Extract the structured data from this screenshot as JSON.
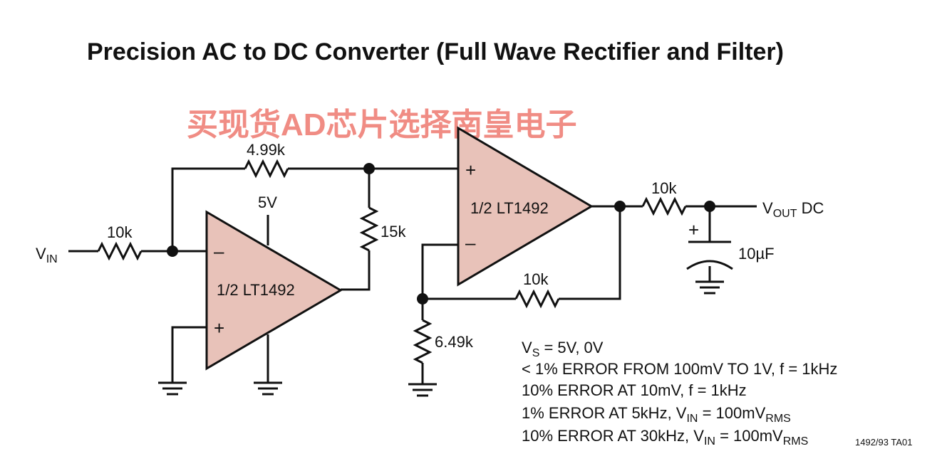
{
  "title": "Precision AC to DC Converter (Full Wave Rectifier and Filter)",
  "watermark": "买现货AD芯片选择南皇电子",
  "colors": {
    "amp_fill": "#e8c2b9",
    "ink": "#111111",
    "watermark": "#f08c84"
  },
  "amplifiers": {
    "u1": {
      "label": "1/2 LT1492",
      "plus": "+",
      "minus": "–"
    },
    "u2": {
      "label": "1/2 LT1492",
      "plus": "+",
      "minus": "–"
    }
  },
  "components": {
    "r_in": "10k",
    "r_fb": "4.99k",
    "r_15k": "15k",
    "r_10k_fb2": "10k",
    "r_649": "6.49k",
    "r_out": "10k",
    "cap": "10µF",
    "cap_plus": "+",
    "supply": "5V"
  },
  "io": {
    "vin_main": "V",
    "vin_sub": "IN",
    "vout_main": "V",
    "vout_sub": "OUT",
    "vout_suffix": " DC"
  },
  "notes": {
    "line1": {
      "main": "V",
      "sub": "S",
      "rest": " = 5V, 0V"
    },
    "line2": "< 1% ERROR FROM 100mV TO 1V, f = 1kHz",
    "line3": "10% ERROR AT 10mV, f = 1kHz",
    "line4": {
      "pre": "1% ERROR AT 5kHz, V",
      "sub1": "IN",
      "mid": " = 100mV",
      "sub2": "RMS"
    },
    "line5": {
      "pre": "10% ERROR AT 30kHz, V",
      "sub1": "IN",
      "mid": " = 100mV",
      "sub2": "RMS"
    }
  },
  "figure_id": "1492/93 TA01"
}
